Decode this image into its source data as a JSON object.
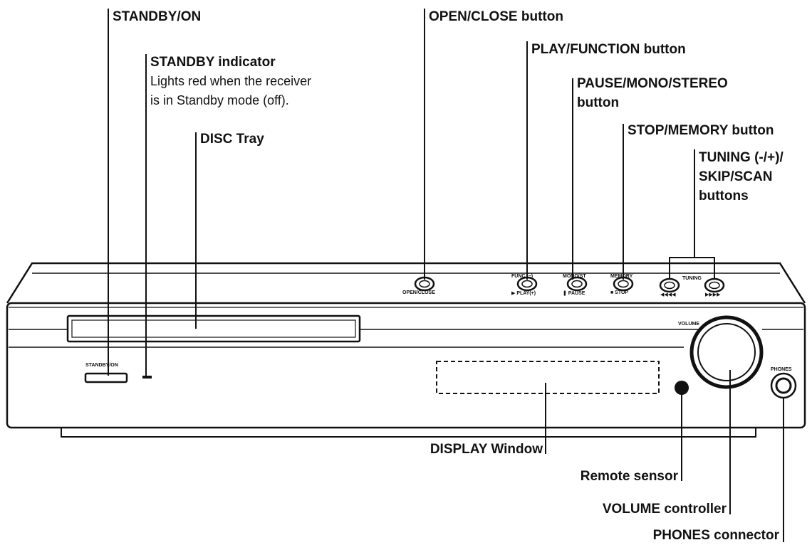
{
  "labels": {
    "standby_on": "STANDBY/ON",
    "standby_indicator": "STANDBY indicator",
    "standby_indicator_desc_1": "Lights red when the receiver",
    "standby_indicator_desc_2": "is in Standby mode (off).",
    "disc_tray": "DISC Tray",
    "open_close": "OPEN/CLOSE button",
    "play_function": "PLAY/FUNCTION button",
    "pause_mono_stereo_1": "PAUSE/MONO/STEREO",
    "pause_mono_stereo_2": "button",
    "stop_memory": "STOP/MEMORY button",
    "tuning_1": "TUNING (-/+)/",
    "tuning_2": "SKIP/SCAN",
    "tuning_3": "buttons",
    "display_window": "DISPLAY Window",
    "remote_sensor": "Remote sensor",
    "volume_controller": "VOLUME controller",
    "phones_connector": "PHONES connector"
  },
  "panel_text": {
    "standby_on": "STANDBY/ON",
    "open_close": "OPEN/CLOSE",
    "func_top": "FUNC.(−)",
    "play": "▶ PLAY(+)",
    "mono_st": "MONO/ST",
    "pause": "❚ PAUSE",
    "memory": "MEMORY",
    "stop": "■ STOP",
    "tuning": "TUNING",
    "skip_back": "◀◀◀◀",
    "skip_fwd": "▶▶▶▶",
    "volume": "VOLUME",
    "phones": "PHONES"
  }
}
